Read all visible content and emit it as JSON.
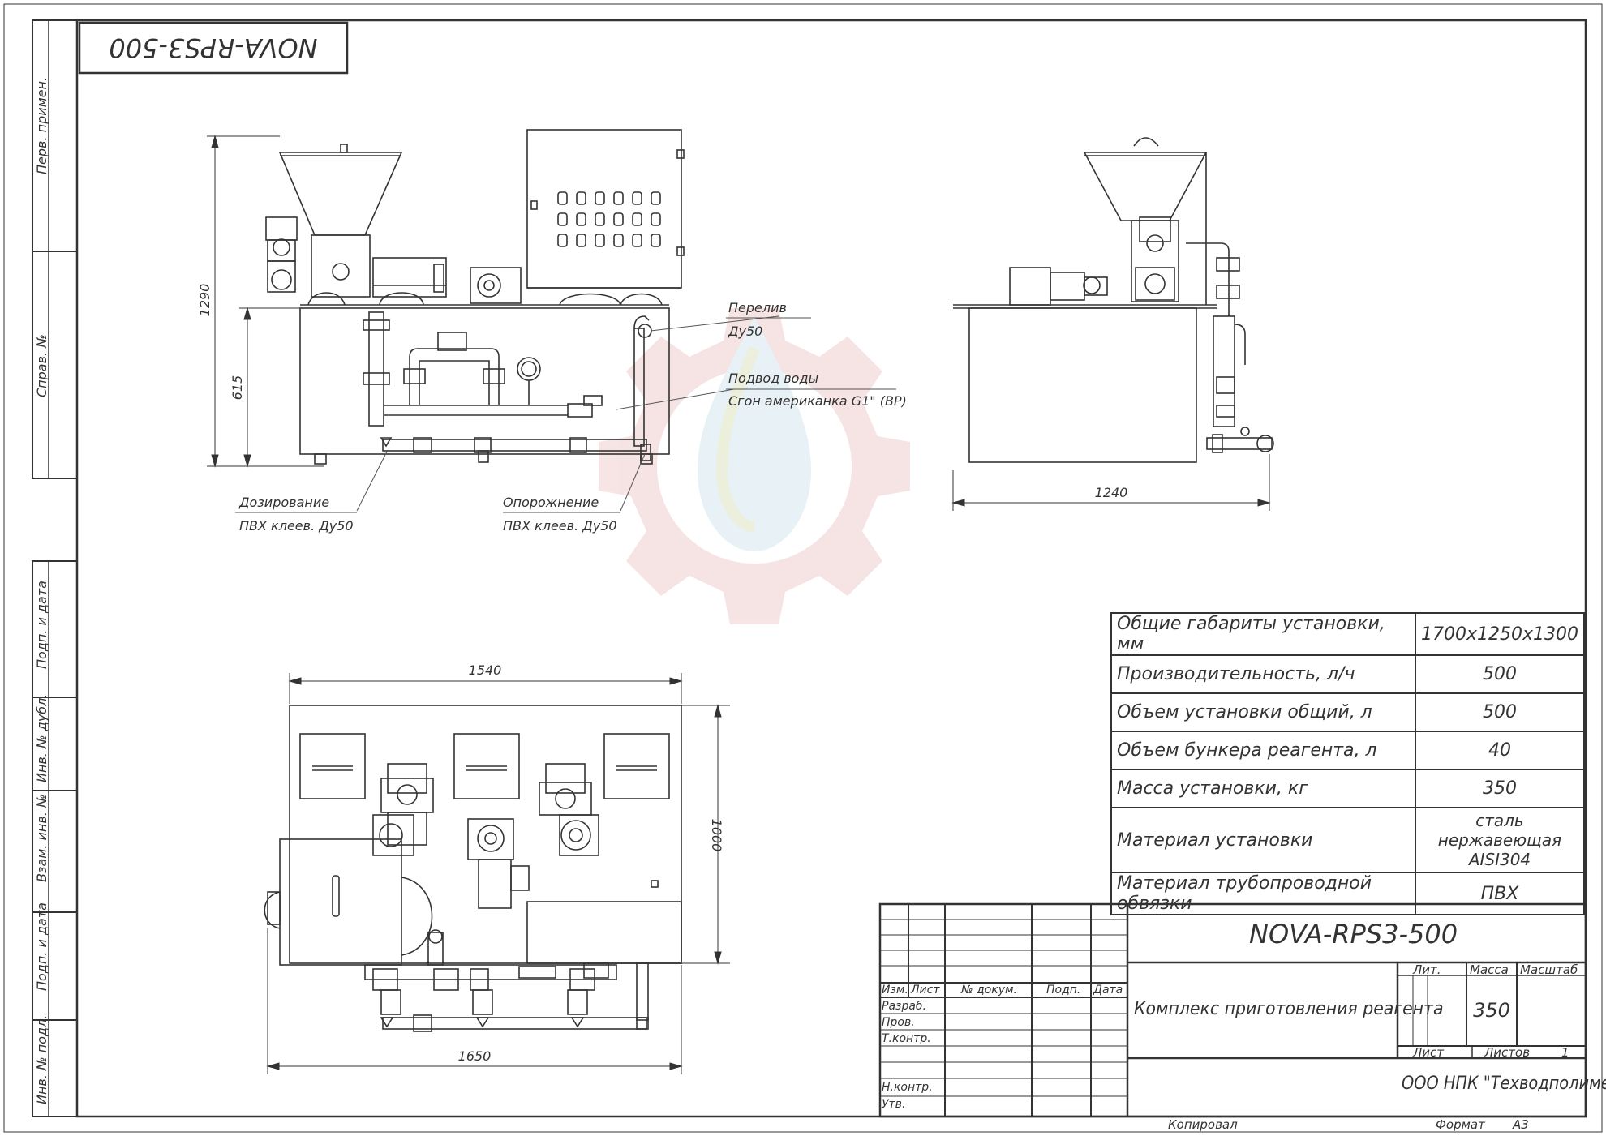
{
  "stamp_top": "NOVA-RPS3-500",
  "side_labels": [
    "Перв. примен.",
    "Справ. №",
    "Подп. и дата",
    "Инв. № дубл.",
    "Взам. инв. №",
    "Подп. и дата",
    "Инв. № подл."
  ],
  "dimensions": {
    "front_height": "1290",
    "front_tank_height": "615",
    "side_width": "1240",
    "top_width": "1540",
    "top_depth": "1000",
    "top_overall": "1650"
  },
  "callouts": {
    "overflow_title": "Перелив",
    "overflow_size": "Ду50",
    "water_title": "Подвод воды",
    "water_detail": "Сгон американка G1\" (ВР)",
    "dosing_title": "Дозирование",
    "dosing_detail": "ПВХ клеев. Ду50",
    "drain_title": "Опорожнение",
    "drain_detail": "ПВХ клеев. Ду50"
  },
  "specs": [
    {
      "label": "Общие габариты установки, мм",
      "value": "1700х1250х1300"
    },
    {
      "label": "Производительность, л/ч",
      "value": "500"
    },
    {
      "label": "Объем установки общий, л",
      "value": "500"
    },
    {
      "label": "Объем бункера реагента, л",
      "value": "40"
    },
    {
      "label": "Масса установки, кг",
      "value": "350"
    },
    {
      "label": "Материал установки",
      "value": "сталь нержавеющая AISI304"
    },
    {
      "label": "Материал трубопроводной обвязки",
      "value": "ПВХ"
    }
  ],
  "title_block": {
    "designation": "NOVA-RPS3-500",
    "product_name": "Комплекс приготовления реагента",
    "col_headers": [
      "Изм.",
      "Лист",
      "№ докум.",
      "Подп.",
      "Дата"
    ],
    "row_labels": [
      "Разраб.",
      "Пров.",
      "Т.контр.",
      "Н.контр.",
      "Утв."
    ],
    "lit_label": "Лит.",
    "mass_label": "Масса",
    "scale_label": "Масштаб",
    "mass_value": "350",
    "sheet_label": "Лист",
    "sheets_label": "Листов",
    "sheets_value": "1",
    "company": "ООО НПК \"Техводполимер\"",
    "copied_label": "Копировал",
    "format_label": "Формат",
    "format_value": "А3"
  },
  "colors": {
    "line": "#333333",
    "watermark_gear": "#f4dcdc",
    "watermark_drop": "#e3eef3"
  }
}
